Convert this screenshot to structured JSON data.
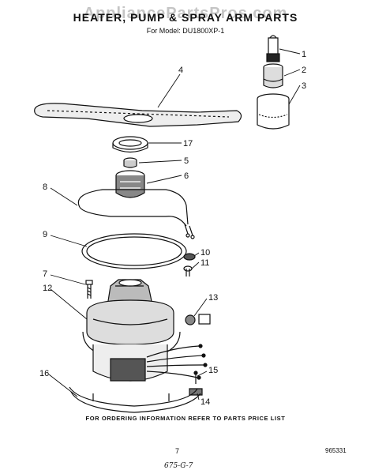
{
  "watermark": "AppliancePartsPros.com",
  "title": "HEATER, PUMP & SPRAY ARM  PARTS",
  "subtitle": "For Model: DU1800XP-1",
  "callouts": [
    {
      "id": "c1",
      "label": "1"
    },
    {
      "id": "c2",
      "label": "2"
    },
    {
      "id": "c3",
      "label": "3"
    },
    {
      "id": "c4",
      "label": "4"
    },
    {
      "id": "c5",
      "label": "5"
    },
    {
      "id": "c6",
      "label": "6"
    },
    {
      "id": "c7",
      "label": "7"
    },
    {
      "id": "c8",
      "label": "8"
    },
    {
      "id": "c9",
      "label": "9"
    },
    {
      "id": "c10",
      "label": "10"
    },
    {
      "id": "c11",
      "label": "11"
    },
    {
      "id": "c12",
      "label": "12"
    },
    {
      "id": "c13",
      "label": "13"
    },
    {
      "id": "c14",
      "label": "14"
    },
    {
      "id": "c15",
      "label": "15"
    },
    {
      "id": "c16",
      "label": "16"
    },
    {
      "id": "c17",
      "label": "17"
    }
  ],
  "footer_note": "FOR ORDERING INFORMATION REFER TO PARTS PRICE LIST",
  "page_number": "7",
  "part_code": "965331",
  "handwritten_note": "675-G-7"
}
